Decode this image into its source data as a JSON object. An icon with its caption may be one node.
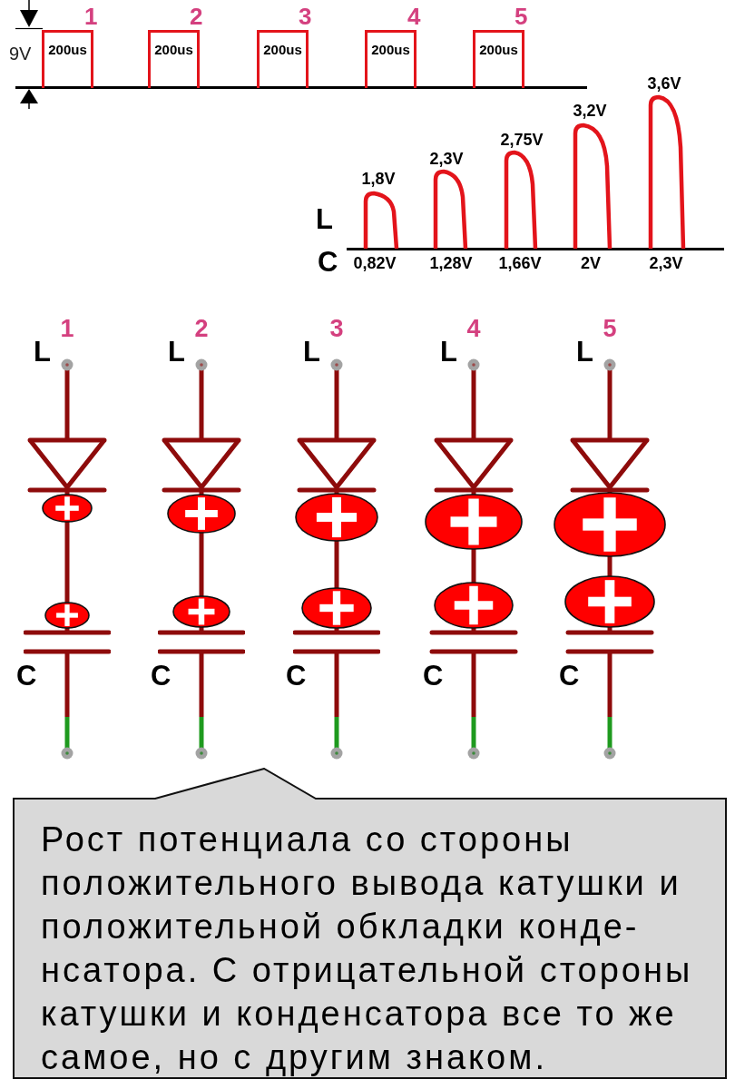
{
  "diagram": {
    "nodes": [
      {
        "text": [
          "200us"
        ],
        "beside": [
          "1"
        ]
      },
      {
        "text": [
          "200us"
        ],
        "beside": [
          "2"
        ]
      },
      {
        "text": [
          "200us"
        ],
        "beside": [
          "3"
        ]
      },
      {
        "text": [
          "200us"
        ],
        "beside": [
          "4"
        ]
      },
      {
        "text": [
          "200us"
        ],
        "beside": [
          "5"
        ]
      },
      {
        "text": [
          "Рост потенциала со стороны положительного вывода катушки и положительной обкладки конде- нсатора. С отрицательной стороны катушки и конденсатора все то же самое, но с другим знаком."
        ]
      }
    ],
    "labels": [
      "9V",
      "1,8V",
      "2,3V",
      "2,75V",
      "3,2V",
      "3,6V",
      "L",
      "C",
      "0,82V",
      "1,28V",
      "1,66V",
      "2V",
      "2,3V",
      "1",
      "2",
      "3",
      "4",
      "5",
      "L",
      "L",
      "L",
      "L",
      "L",
      "C",
      "C",
      "C",
      "C",
      "C"
    ]
  }
}
